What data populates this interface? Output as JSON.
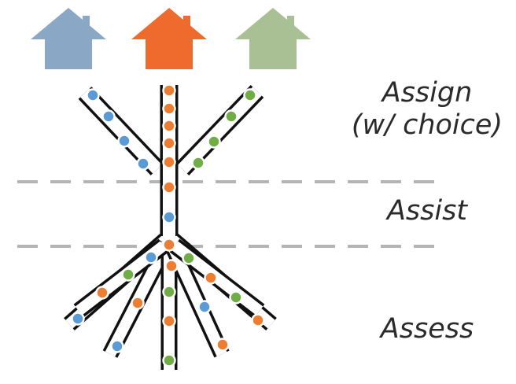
{
  "labels": {
    "assign": "Assign",
    "assign_sub": "(w/ choice)",
    "assist": "Assist",
    "assess": "Assess"
  },
  "colors": {
    "house_blue": "#8ba7c6",
    "house_orange": "#ef6a2d",
    "house_green": "#a9bf94",
    "dot_blue": "#5b9bd5",
    "dot_orange": "#ed7d31",
    "dot_green": "#70ad47",
    "track": "#111111",
    "divider": "#b5b5b5"
  },
  "houses": [
    {
      "color": "house_blue"
    },
    {
      "color": "house_orange"
    },
    {
      "color": "house_green"
    }
  ]
}
